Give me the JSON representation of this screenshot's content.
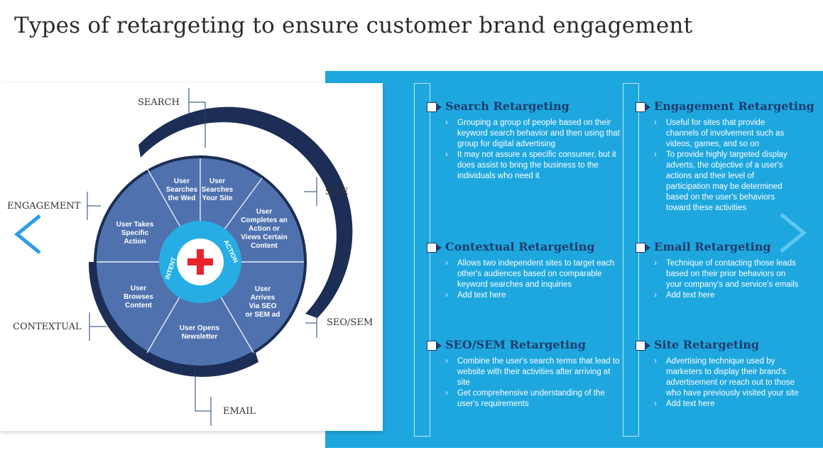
{
  "title": "Types of retargeting to ensure customer brand engagement",
  "diagram": {
    "labels": {
      "search": "SEARCH",
      "site": "SITE",
      "engagement": "ENGAGEMENT",
      "contextual": "CONTEXTUAL",
      "seo_sem": "SEO/SEM",
      "email": "EMAIL"
    },
    "sectors": {
      "searches_web": "User\nSearches\nthe Wed",
      "searches_site": "User\nSearches\nYour Site",
      "completes_action": "User\nCompletes an\nAction or\nViews Certain\nContent",
      "arrives_seo": "User\nArrives\nVia SEO\nor SEM ad",
      "opens_newsletter": "User Opens\nNewsletter",
      "browses_content": "User\nBrowses\nContent",
      "takes_action": "User Takes\nSpecific\nAction"
    },
    "ring_words": {
      "intent": "INTENT",
      "action": "ACTION"
    },
    "colors": {
      "sector": "#4f72ae",
      "navy": "#1c2e55",
      "center_ring": "#26aee4",
      "plus": "#e8232a"
    }
  },
  "blocks": {
    "search": {
      "title": "Search Retargeting",
      "bullets": [
        "Grouping a group of people based on their keyword search behavior and then using that group for digital advertising",
        "It may not assure a specific consumer, but it does assist to bring the business to the individuals who need it"
      ]
    },
    "contextual": {
      "title": "Contextual Retargeting",
      "bullets": [
        "Allows two independent sites to target each other's audiences based on comparable keyword searches and inquiries",
        "Add text here"
      ]
    },
    "seo": {
      "title": "SEO/SEM Retargeting",
      "bullets": [
        "Combine the user's search terms that lead to website with their activities after arriving at site",
        "Get comprehensive understanding of the user's requirements"
      ]
    },
    "engagement": {
      "title": "Engagement Retargeting",
      "bullets": [
        "Useful for sites that provide channels of involvement such as videos, games, and so on",
        "To provide highly targeted display adverts, the objective of a user's actions and their level of participation may be determined based on the user's behaviors toward these activities"
      ]
    },
    "email": {
      "title": "Email Retargeting",
      "bullets": [
        "Technique of contacting those leads based on their prior behaviors on your company's and service's emails",
        "Add text here"
      ]
    },
    "site": {
      "title": "Site Retargeting",
      "bullets": [
        "Advertising technique used by marketers to display their brand's advertisement or reach out to those who have previously visited your site",
        "Add text here"
      ]
    }
  },
  "nav": {
    "prev_icon": "chevron-left-icon",
    "next_icon": "chevron-right-icon"
  }
}
